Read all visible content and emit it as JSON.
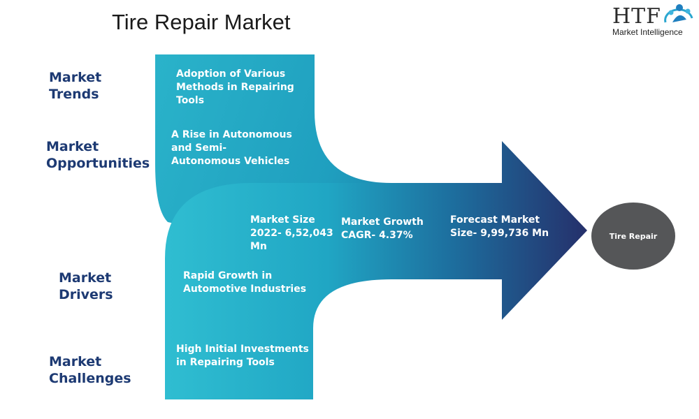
{
  "title": "Tire Repair Market",
  "logo": {
    "text": "HTF",
    "subtitle": "Market Intelligence",
    "icon": "people-circle-icon"
  },
  "colors": {
    "teal": "#27b1c8",
    "navy": "#25306b",
    "label": "#1d3a73",
    "circle": "#555658"
  },
  "side_labels": {
    "trends": {
      "line1": "Market",
      "line2": "Trends"
    },
    "opportunities": {
      "line1": "Market",
      "line2": "Opportunities"
    },
    "drivers": {
      "line1": "Market",
      "line2": "Drivers"
    },
    "challenges": {
      "line1": "Market",
      "line2": "Challenges"
    }
  },
  "boxes": {
    "trends": {
      "line1": "Adoption of Various",
      "line2": "Methods in Repairing",
      "line3": "Tools"
    },
    "opportunities": {
      "line1": "A Rise in Autonomous",
      "line2": "and Semi-",
      "line3": "Autonomous Vehicles"
    },
    "drivers": {
      "line1": "Rapid Growth in",
      "line2": "Automotive Industries"
    },
    "challenges": {
      "line1": "High Initial Investments",
      "line2": "in Repairing Tools"
    }
  },
  "metrics": {
    "size": {
      "line1": "Market Size",
      "line2": "2022- 6,52,043",
      "line3": "Mn"
    },
    "growth": {
      "line1": "Market Growth",
      "line2": "CAGR- 4.37%"
    },
    "forecast": {
      "line1": "Forecast Market",
      "line2": "Size- 9,99,736 Mn"
    }
  },
  "target": {
    "label": "Tire Repair"
  }
}
